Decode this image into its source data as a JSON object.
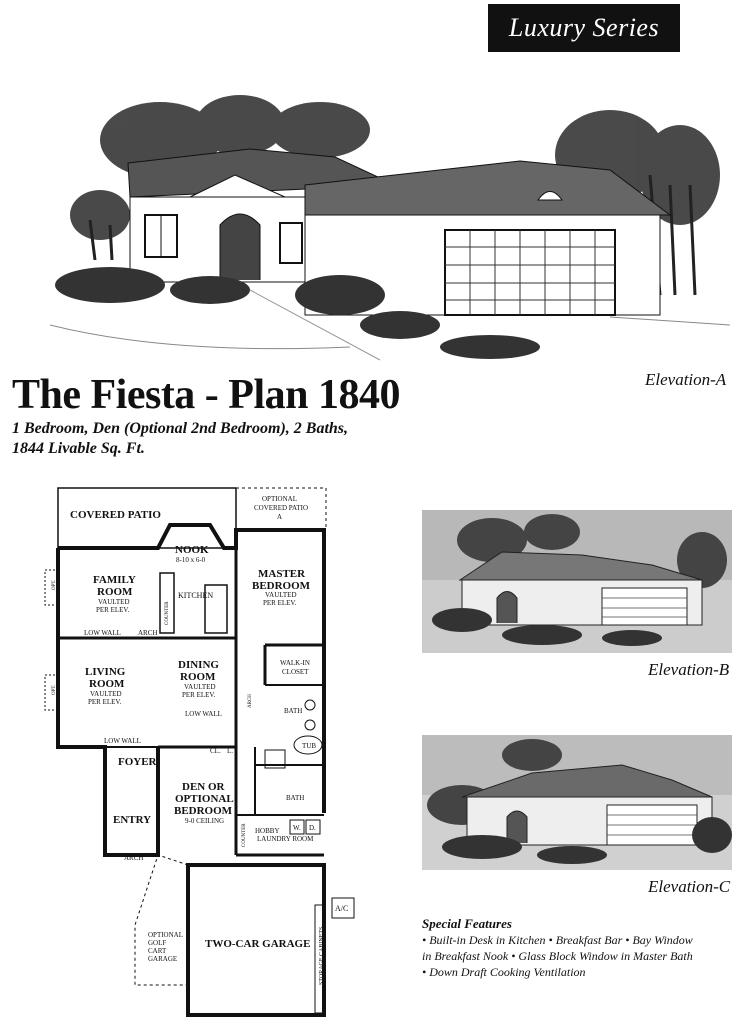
{
  "badge": {
    "label": "Luxury Series"
  },
  "elevations": {
    "a": "Elevation-A",
    "b": "Elevation-B",
    "c": "Elevation-C"
  },
  "plan": {
    "title": "The Fiesta - Plan 1840",
    "subtitle_line1": "1 Bedroom, Den (Optional 2nd Bedroom), 2 Baths,",
    "subtitle_line2": "1844 Livable Sq. Ft."
  },
  "floorplan": {
    "covered_patio": "COVERED PATIO",
    "optional_patio_1": "OPTIONAL",
    "optional_patio_2": "COVERED PATIO",
    "optional_patio_3": "A",
    "nook": "NOOK",
    "nook_dim": "8-10 x 6-0",
    "family_room_1": "FAMILY",
    "family_room_2": "ROOM",
    "family_note_1": "VAULTED",
    "family_note_2": "PER ELEV.",
    "kitchen": "KITCHEN",
    "counter": "COUNTER",
    "master_1": "MASTER",
    "master_2": "BEDROOM",
    "master_note_1": "VAULTED",
    "master_note_2": "PER ELEV.",
    "low_wall_1": "LOW WALL",
    "arch_1": "ARCH",
    "living_1": "LIVING",
    "living_2": "ROOM",
    "living_note_1": "VAULTED",
    "living_note_2": "PER ELEV.",
    "dining_1": "DINING",
    "dining_2": "ROOM",
    "dining_note_1": "VAULTED",
    "dining_note_2": "PER ELEV.",
    "low_wall_2": "LOW WALL",
    "low_wall_3": "LOW WALL",
    "walk_in_1": "WALK-IN",
    "walk_in_2": "CLOSET",
    "bath_1": "BATH",
    "tub": "TUB",
    "foyer": "FOYER",
    "cl": "CL.",
    "l": "L.",
    "den_1": "DEN OR",
    "den_2": "OPTIONAL",
    "den_3": "BEDROOM",
    "den_note": "9-0 CEILING",
    "bath_2": "BATH",
    "entry": "ENTRY",
    "w": "W.",
    "d": "D.",
    "hobby_1": "HOBBY",
    "hobby_2": "LAUNDRY ROOM",
    "counter_2": "COUNTER",
    "arch_2": "ARCH",
    "arch_3": "ARCH",
    "ac": "A/C",
    "golf_1": "OPTIONAL",
    "golf_2": "GOLF",
    "golf_3": "CART",
    "golf_4": "GARAGE",
    "garage": "TWO-CAR GARAGE",
    "storage": "STORAGE CABINETS",
    "opt_1": "OPT.",
    "opt_2": "OPT."
  },
  "features": {
    "heading": "Special Features",
    "line1": "• Built-in Desk in Kitchen • Breakfast Bar • Bay Window",
    "line2": "in Breakfast Nook • Glass Block Window in Master Bath",
    "line3": "• Down Draft Cooking Ventilation"
  }
}
